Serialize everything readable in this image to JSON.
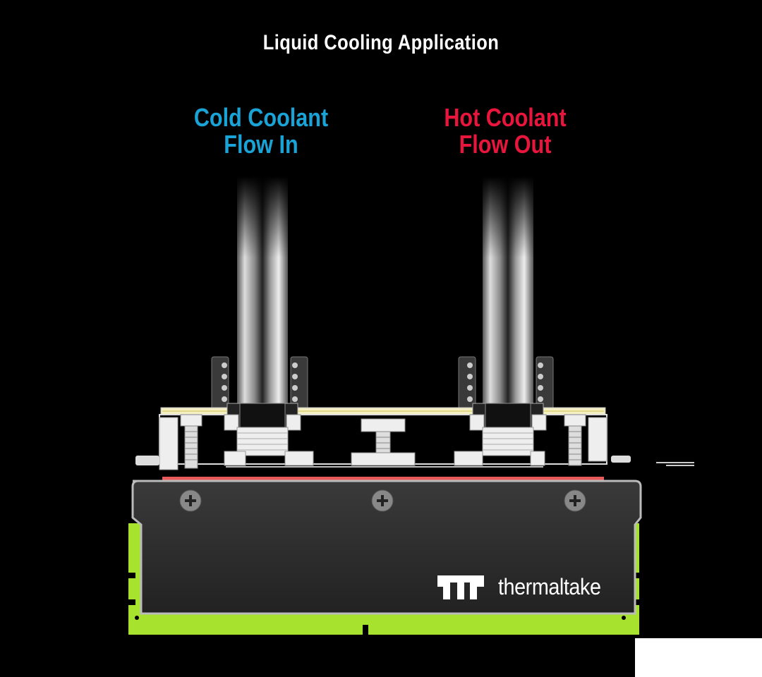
{
  "title": "Liquid Cooling Application",
  "cold_label": {
    "line1": "Cold Coolant",
    "line2": "Flow In",
    "color": "#1aa3d6"
  },
  "hot_label": {
    "line1": "Hot Coolant",
    "line2": "Flow Out",
    "color": "#e8153c"
  },
  "brand": {
    "name": "thermaltake",
    "logo_icon": "thermaltake-tt-logo"
  },
  "colors": {
    "background": "#000000",
    "heatsink": "#2b2b2b",
    "pcb": "#a6e22e",
    "thermal_pad": "#e85a5a",
    "tube": "#d8d8d8"
  }
}
